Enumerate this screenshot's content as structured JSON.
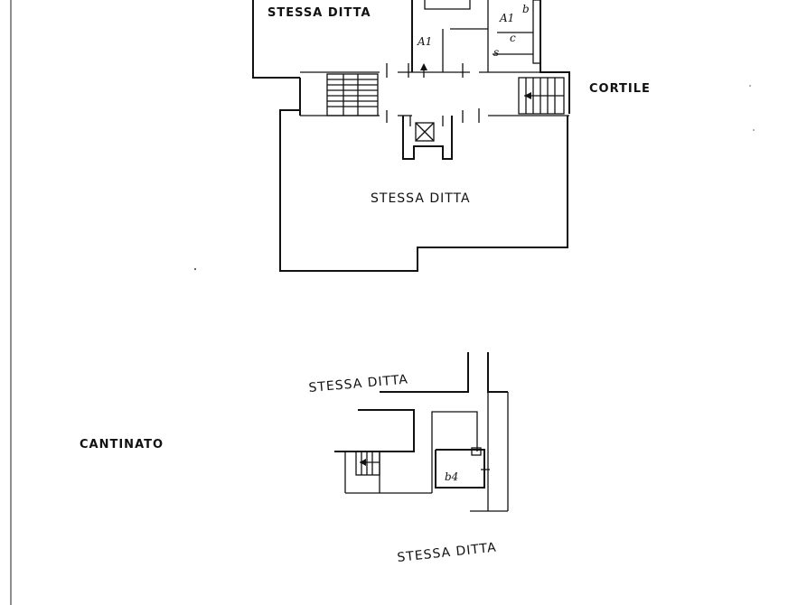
{
  "labels": {
    "ground_top": "STESSA DITTA",
    "ground_main": "STESSA DITTA",
    "courtyard": "CORTILE",
    "basement": "CANTINATO",
    "basement_top": "STESSA DITTA",
    "basement_bottom": "STESSA DITTA"
  },
  "room_marks": {
    "a1_left": "A1",
    "a1_right": "A1",
    "b": "b",
    "c": "c",
    "s": "s",
    "basement_room": "b4"
  }
}
